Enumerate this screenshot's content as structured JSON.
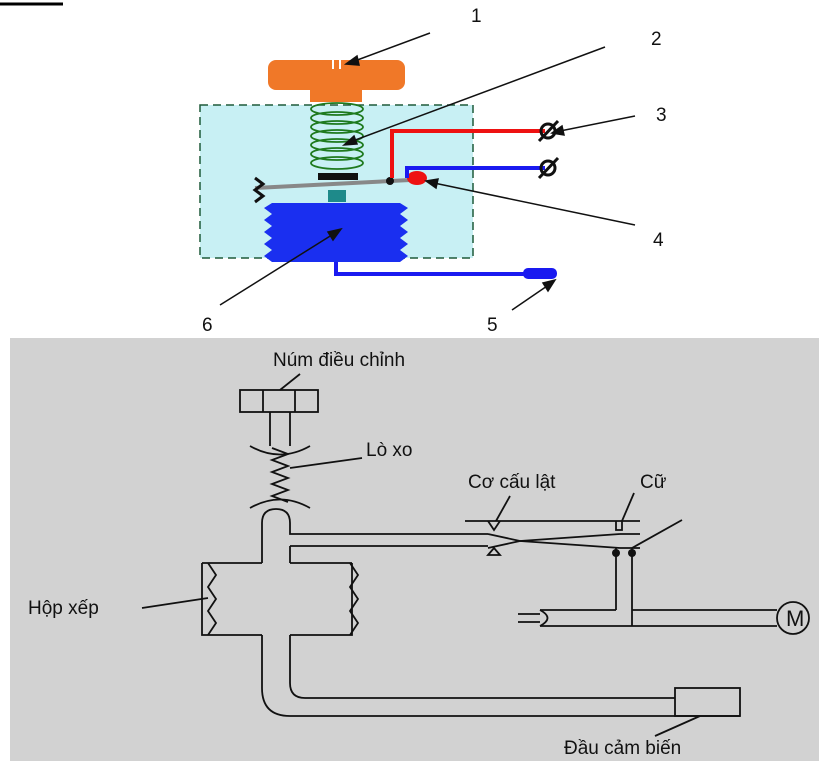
{
  "top_diagram": {
    "callouts": [
      "1",
      "2",
      "3",
      "4",
      "5",
      "6"
    ],
    "colors": {
      "knob": "#f07828",
      "housing": "#c8f0f4",
      "spring": "#1e7a1e",
      "bellows": "#1a2ff0",
      "red_wire": "#ee1111",
      "blue_wire": "#1a1af0",
      "lever": "#888888"
    }
  },
  "bottom_diagram": {
    "background": "#d2d2d2",
    "labels": {
      "knob": "Núm điều chỉnh",
      "spring": "Lò xo",
      "flip_mechanism": "Cơ cấu lật",
      "stop": "Cữ",
      "bellows": "Hộp xếp",
      "sensor": "Đầu cảm biến",
      "motor": "M"
    }
  }
}
